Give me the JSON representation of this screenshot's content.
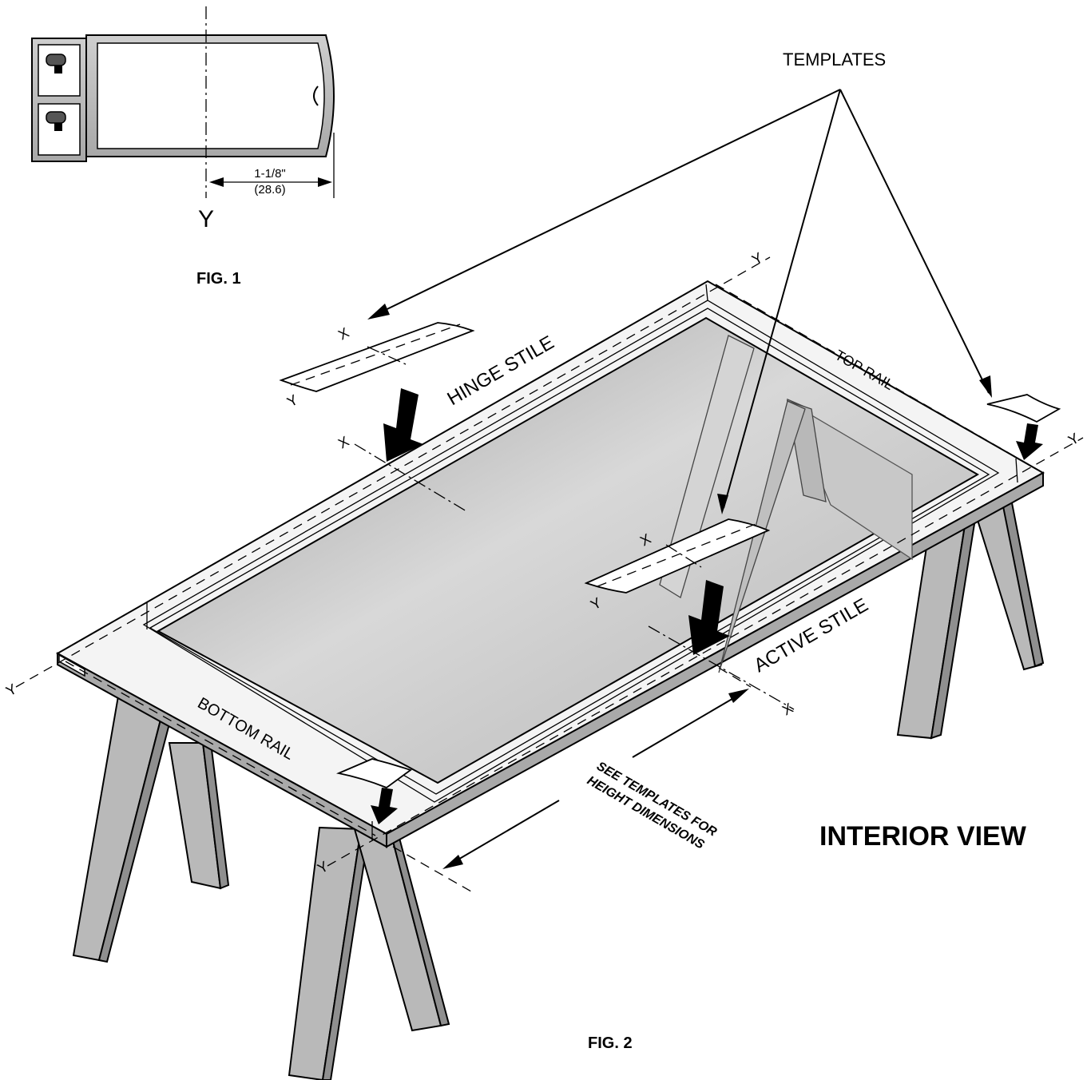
{
  "fig1": {
    "axis_label": "Y",
    "dimension_imperial": "1-1/8\"",
    "dimension_metric": "(28.6)",
    "caption": "FIG. 1"
  },
  "fig2": {
    "callout_templates": "TEMPLATES",
    "hinge_stile": "HINGE STILE",
    "top_rail": "TOP RAIL",
    "active_stile": "ACTIVE STILE",
    "bottom_rail": "BOTTOM RAIL",
    "note_line1": "SEE TEMPLATES FOR",
    "note_line2": "HEIGHT DIMENSIONS",
    "view_title": "INTERIOR VIEW",
    "caption": "FIG. 2",
    "axis_x": "X",
    "axis_y": "Y"
  },
  "colors": {
    "ink": "#000000",
    "glass": "#c4c4c4",
    "frame": "#f4f4f4",
    "sawhorse": "#b9b9b9"
  }
}
